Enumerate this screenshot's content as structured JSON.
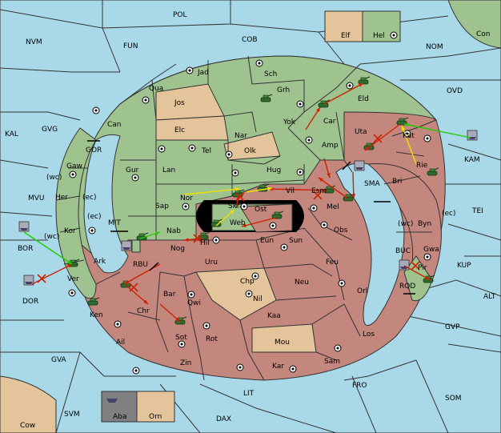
{
  "colors": {
    "sea": "#a9d9e9",
    "green_power": "#9fc38f",
    "red_power": "#c4877e",
    "tan_power": "#e4c49a",
    "gray_power": "#808080",
    "move_red": "#cc2200",
    "move_yellow": "#f0e000",
    "move_green": "#22cc00"
  },
  "legend_top": {
    "left_label": "Elf",
    "right_label": "Hel"
  },
  "legend_bottom": {
    "left_label": "Aba",
    "right_label": "Orn"
  },
  "labels": {
    "POL": "POL",
    "COB": "COB",
    "FUN": "FUN",
    "NVM": "NVM",
    "NOM": "NOM",
    "Con": "Con",
    "OVD": "OVD",
    "KAL": "KAL",
    "GVG": "GVG",
    "KAM": "KAM",
    "TEI": "TEI",
    "MVU": "MVU",
    "BOR": "BOR",
    "DOR": "DOR",
    "GOR": "GOR",
    "MIT": "MIT",
    "RBU": "RBU",
    "SMA": "SMA",
    "BUC": "BUC",
    "ROD": "ROD",
    "KUP": "KUP",
    "ALT": "ALT",
    "GVP": "GVP",
    "GVA": "GVA",
    "LIT": "LIT",
    "FRO": "FRO",
    "SOM": "SOM",
    "SVM": "SVM",
    "DAX": "DAX",
    "Cow": "Cow",
    "Jad": "Jad",
    "Sch": "Sch",
    "Qua": "Qua",
    "Grh": "Grh",
    "Jos": "Jos",
    "Eld": "Eld",
    "Can": "Can",
    "Yok": "Yok",
    "Car": "Car",
    "Elc": "Elc",
    "Nar": "Nar",
    "Uta": "Uta",
    "Kat": "Kat",
    "Tel": "Tel",
    "Olk": "Olk",
    "Amp": "Amp",
    "Gaw": "Gaw",
    "Gur": "Gur",
    "Lan": "Lan",
    "Hug": "Hug",
    "Rie": "Rie",
    "wc1": "(wc)",
    "Her": "Her",
    "ec1": "(ec)",
    "Nor": "Nor",
    "Vil": "Vil",
    "Esm": "Esm",
    "Bri": "Bri",
    "Sap": "Sap",
    "Skr": "Skr",
    "Mel": "Mel",
    "ec2": "(ec)",
    "Kor": "Kor",
    "Ost": "Ost",
    "Byn": "Byn",
    "ec3": "(ec)",
    "wc3": "(wc)",
    "Web": "Web",
    "Obs": "Obs",
    "Nab": "Nab",
    "wc2": "(wc)",
    "Eun": "Eun",
    "Sun": "Sun",
    "Gwa": "Gwa",
    "Hil": "Hil",
    "Ark": "Ark",
    "Uru": "Uru",
    "Feu": "Feu",
    "Pir": "Pir",
    "Nog": "Nog",
    "Ver": "Ver",
    "Chp": "Chp",
    "Neu": "Neu",
    "Bar": "Bar",
    "Nil": "Nil",
    "Orl": "Orl",
    "Qwi": "Qwi",
    "Ken": "Ken",
    "Chr": "Chr",
    "Kaa": "Kaa",
    "Los": "Los",
    "Ail": "Ail",
    "Sot": "Sot",
    "Rot": "Rot",
    "Mou": "Mou",
    "Zin": "Zin",
    "Kar": "Kar",
    "Sam": "Sam"
  }
}
